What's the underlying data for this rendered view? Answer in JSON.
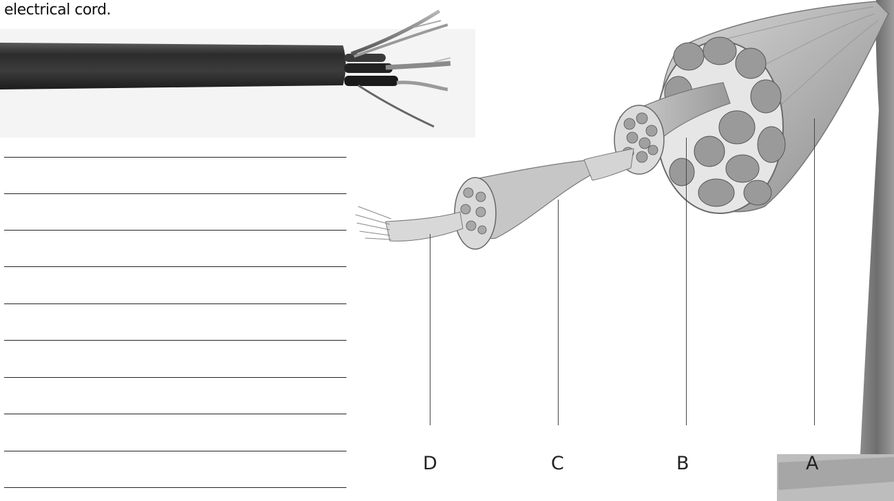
{
  "caption": "electrical cord.",
  "answer_lines": [
    {
      "id": "line-1"
    },
    {
      "id": "line-2"
    },
    {
      "id": "line-3"
    },
    {
      "id": "line-4"
    },
    {
      "id": "line-5"
    },
    {
      "id": "line-6"
    },
    {
      "id": "line-7"
    },
    {
      "id": "line-8"
    },
    {
      "id": "line-9"
    },
    {
      "id": "line-10"
    }
  ],
  "labels": {
    "a": "A",
    "b": "B",
    "c": "C",
    "d": "D"
  },
  "colors": {
    "cable_jacket": "#3a3a3a",
    "muscle_tissue": "#bdbdbd",
    "bone": "#7a7a7a",
    "ink": "#222222"
  },
  "icons": {
    "cord": "stripped-electrical-cable-photo",
    "muscle": "skeletal-muscle-structure-illustration"
  }
}
